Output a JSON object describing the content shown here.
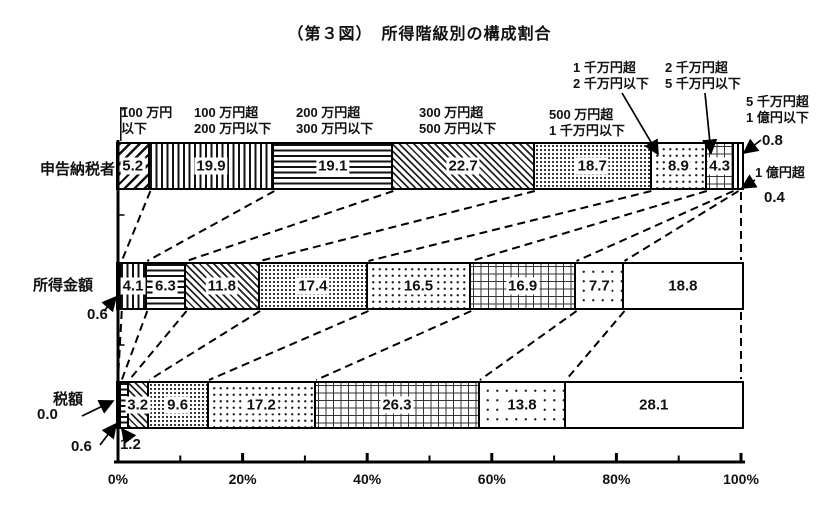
{
  "title": "（第３図）　所得階級別の構成割合",
  "class_labels": [
    {
      "line1": "100 万円",
      "line2": "以下",
      "pattern": "diagonal-up"
    },
    {
      "line1": "100 万円超",
      "line2": "200 万円以下",
      "pattern": "vertical-lines"
    },
    {
      "line1": "200 万円超",
      "line2": "300 万円以下",
      "pattern": "horizontal-lines"
    },
    {
      "line1": "300 万円超",
      "line2": "500 万円以下",
      "pattern": "diagonal-down"
    },
    {
      "line1": "500 万円超",
      "line2": "1 千万円以下",
      "pattern": "dots-dense"
    },
    {
      "line1": "1 千万円超",
      "line2": "2 千万円以下",
      "pattern": "dots-medium"
    },
    {
      "line1": "2 千万円超",
      "line2": "5 千万円以下",
      "pattern": "grid"
    },
    {
      "line1": "5 千万円超",
      "line2": "1 億円以下",
      "pattern": "dots-sparse"
    },
    {
      "line1": "1 億円超",
      "line2": "",
      "pattern": "plain"
    }
  ],
  "rows": [
    {
      "name": "申告納税者"
    },
    {
      "name": "所得金額"
    },
    {
      "name": "税額"
    }
  ],
  "outside_values": {
    "shinkoku_5000man_1oku": "0.8",
    "shinkoku_1oku_cho": "0.4",
    "shotoku_100man_ika": "0.6",
    "zeigaku_100man_ika": "0.0",
    "zeigaku_100_200man": "0.6",
    "zeigaku_200_300man": "1.2"
  },
  "axis": {
    "tick_labels": [
      "0%",
      "20%",
      "40%",
      "60%",
      "80%",
      "100%"
    ]
  },
  "chart_data": {
    "type": "bar",
    "stacked": true,
    "orientation": "horizontal",
    "unit": "%",
    "xlim": [
      0,
      100
    ],
    "title": "（第３図）　所得階級別の構成割合",
    "categories": [
      "100万円以下",
      "100万円超200万円以下",
      "200万円超300万円以下",
      "300万円超500万円以下",
      "500万円超1千万円以下",
      "1千万円超2千万円以下",
      "2千万円超5千万円以下",
      "5千万円超1億円以下",
      "1億円超"
    ],
    "series": [
      {
        "name": "申告納税者",
        "values": [
          5.2,
          19.9,
          19.1,
          22.7,
          18.7,
          8.9,
          4.3,
          0.8,
          0.4
        ]
      },
      {
        "name": "所得金額",
        "values": [
          0.6,
          4.1,
          6.3,
          11.8,
          17.4,
          16.5,
          16.9,
          7.7,
          18.8
        ]
      },
      {
        "name": "税額",
        "values": [
          0.0,
          0.6,
          1.2,
          3.2,
          9.6,
          17.2,
          26.3,
          13.8,
          28.1
        ]
      }
    ],
    "x_tick_labels": [
      "0%",
      "20%",
      "40%",
      "60%",
      "80%",
      "100%"
    ],
    "grid": false,
    "legend_position": "above-bars-as-callouts"
  }
}
